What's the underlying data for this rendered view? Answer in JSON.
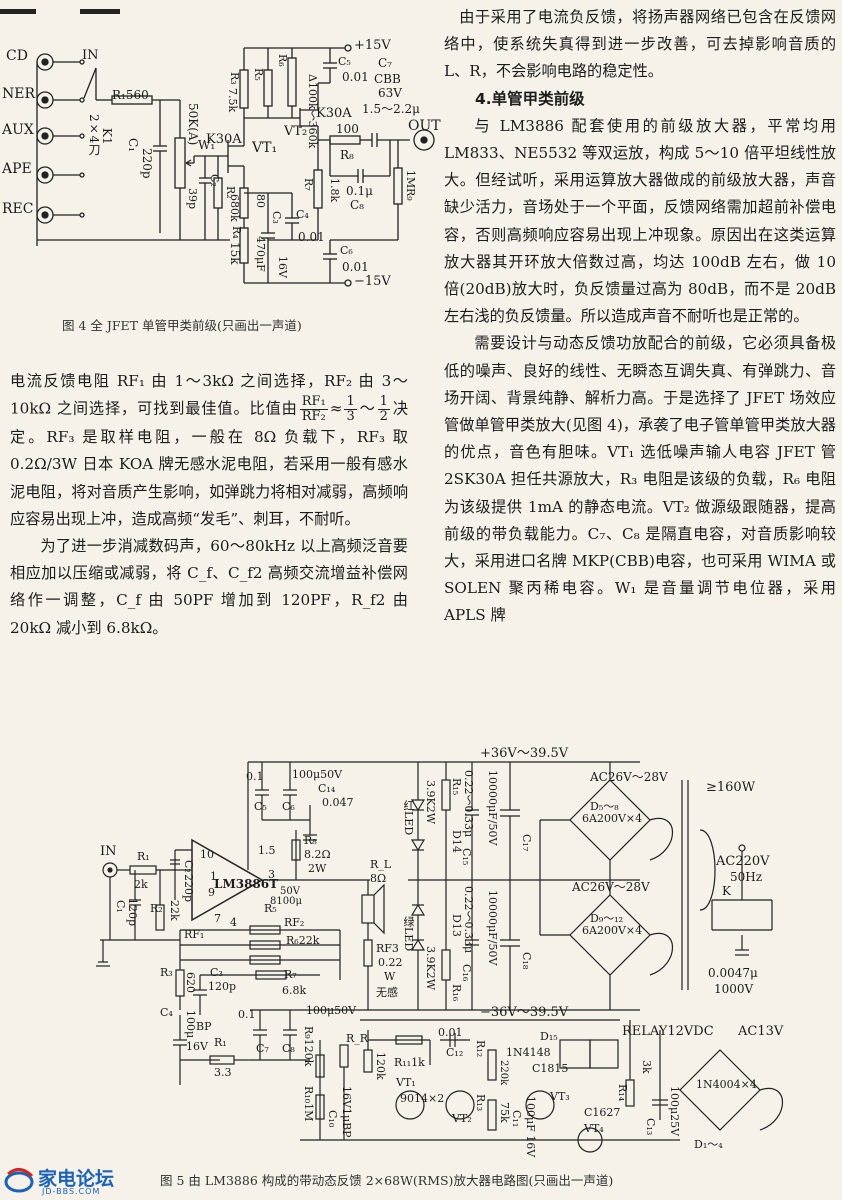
{
  "figure4": {
    "inputs": [
      "CD",
      "NER",
      "AUX",
      "APE",
      "REC"
    ],
    "labels": {
      "in": "IN",
      "switch": "2×4刀",
      "k1": "K1",
      "r1": "R₁560",
      "c1": "C₁",
      "c1v": "220p",
      "w1": "50K(A)",
      "w1name": "W₁",
      "c2": "C₂",
      "c2v": "39p",
      "r2": "R₂",
      "vt1": "VT₁",
      "vt1type": "K30A",
      "r3": "R₃",
      "r3v": "7.5k",
      "r4": "R₄",
      "r4v": "680k",
      "r5": "R₅",
      "r5v": "80",
      "r6": "R₆",
      "r6v": "Δ100k～360k",
      "r15k": "15k",
      "c3v": "470μF",
      "c3": "C₃",
      "c3volt": "16V",
      "c4": "C₄",
      "c4v": "0.01",
      "c5": "C₅",
      "c5v": "0.01",
      "c6": "C₆",
      "c6v": "0.01",
      "c7": "C₇",
      "c7type": "CBB",
      "c7volt": "63V",
      "c7v": "1.5～2.2μ",
      "vt2": "VT₂",
      "vt2type": "K30A",
      "r7": "R₇",
      "r7v": "1.8k",
      "r8": "R₈",
      "r8v": "100",
      "c8": "C₈",
      "c8v": "0.1μ",
      "r9": "R₉",
      "r9v": "1M",
      "out": "OUT",
      "vplus": "+15V",
      "vminus": "−15V"
    },
    "caption": "图 4   全 JFET 单管甲类前级(只画出一声道)"
  },
  "left_column": {
    "p1_a": "电流反馈电阻 RF₁ 由 1～3kΩ 之间选择，RF₂ 由 3～10kΩ 之间选择，可找到最佳值。比值由",
    "frac1_top": "RF₁",
    "frac1_bot": "RF₂",
    "approx": "≈",
    "frac2_top": "1",
    "frac2_bot": "3",
    "tilde": "～",
    "frac3_top": "1",
    "frac3_bot": "2",
    "p1_b": "决定。RF₃ 是取样电阻，一般在 8Ω 负载下，RF₃ 取 0.2Ω/3W 日本 KOA 牌无感水泥电阻，若采用一般有感水泥电阻，将对音质产生影响，如弹跳力将相对减弱，高频响应容易出现上冲，造成高频“发毛”、刺耳，不耐听。",
    "p2": "为了进一步消减数码声，60～80kHz 以上高频泛音要相应加以压缩或减弱，将 C_f、C_f2 高频交流增益补偿网络作一调整，C_f 由 50PF 增加到 120PF，R_f2 由 20kΩ 减小到 6.8kΩ。"
  },
  "right_column": {
    "p0": "由于采用了电流负反馈，将扬声器网络已包含在反馈网络中，使系统失真得到进一步改善，可去掉影响音质的 L、R，不会影响电路的稳定性。",
    "heading": "4.单管甲类前级",
    "p1": "与 LM3886 配套使用的前级放大器，平常均用 LM833、NE5532 等双运放，构成 5～10 倍平坦线性放大。但经试听，采用运算放大器做成的前级放大器，声音缺少活力，音场处于一个平面，反馈网络需加超前补偿电容，否则高频响应容易出现上冲现象。原因出在这类运算放大器其开环放大倍数过高，均达 100dB 左右，做 10 倍(20dB)放大时，负反馈量过高为 80dB，而不是 20dB 左右浅的负反馈量。所以造成声音不耐听也是正常的。",
    "p2": "需要设计与动态反馈功放配合的前级，它必须具备极低的噪声、良好的线性、无瞬态互调失真、有弹跳力、音场开阔、背景纯静、解析力高。于是选择了 JFET 场效应管做单管甲类放大(见图 4)，承袭了电子管单管甲类放大器的优点，音色有胆味。VT₁ 选低噪声输人电容 JFET 管 2SK30A 担任共源放大，R₃ 电阻是该级的负载，R₆ 电阻为该级提供 1mA 的静态电流。VT₂ 做源级跟随器，提高前级的带负载能力。C₇、C₈ 是隔直电容，对音质影响较大，采用进口名牌 MKP(CBB)电容，也可采用 WIMA 或 SOLEN 聚丙稀电容。W₁ 是音量调节电位器，采用 APLS 牌"
  },
  "figure5": {
    "labels": {
      "vtop": "+36V～39.5V",
      "vbot": "−36V～39.5V",
      "in": "IN",
      "r1": "R₁",
      "r1v": "2k",
      "r2": "R₂",
      "r2v": "22k",
      "c1": "C₁",
      "c1v": "120p",
      "c2": "C₂",
      "c2v": "220p",
      "pin10": "10",
      "pin9": "9",
      "pin1": "1",
      "pin5": "1.5",
      "pin3": "3",
      "pin7": "7",
      "pin4": "4",
      "ic": "LM3886T",
      "c5": "C₅",
      "c5v": "0.1",
      "c6": "C₆",
      "c6v": "100μ50V",
      "c14": "C₁₄",
      "c14v": "0.047",
      "r8": "R₈",
      "r8v": "8.2Ω",
      "r8w": "2W",
      "rl": "R_L",
      "rlv": "8Ω",
      "rf2": "RF₂",
      "c8100": "8100μ",
      "c850v": "50V",
      "r5": "R₅",
      "r6": "R₆22k",
      "rf1": "RF₁",
      "rf3": "RF3",
      "rf3v": "0.22",
      "rf3w": "W",
      "rf3type": "无感",
      "r7": "R₇",
      "r7v": "6.8k",
      "r3": "R₃",
      "r3v": "620",
      "c3": "C₃",
      "c3v": "120p",
      "c4": "C₄",
      "c4v": "100μ",
      "bp": "BP",
      "v16": "16V",
      "r1b": "R₁",
      "r1bv": "3.3",
      "c7": "C₇",
      "c7v": "0.1",
      "c8": "C₈",
      "c8v": "100μ50V",
      "led1": "红LED",
      "r15": "R₁₅",
      "r15v": "3.9K2W",
      "d14": "D14",
      "c15": "C₁₅",
      "c15v": "0.22～0.33μ",
      "c17": "C₁₇",
      "c17v": "10000μF/50V",
      "led2": "绿LED",
      "r16": "R₁₆",
      "r16v": "3.9K2W",
      "d13": "D13",
      "c16": "C₁₆",
      "c16v": "0.22～0.33μ",
      "c18": "C₁₈",
      "c18v": "10000μF/50V",
      "ac1": "AC26V～28V",
      "d58": "D₅～₈",
      "d58v": "6A200V×4",
      "ac2": "AC26V～28V",
      "d912": "D₉～₁₂",
      "d912v": "6A200V×4",
      "power": "≥160W",
      "ac220": "AC220V",
      "hz": "50Hz",
      "k": "K",
      "ck": "0.0047μ",
      "ckv": "1000V",
      "relay": "RELAY12VDC",
      "ac13": "AC13V",
      "r9": "R₉120k",
      "r10": "R₁₀1M",
      "rr": "R_R",
      "rrv": "120k",
      "r11": "R₁₁1k",
      "c12": "C₁₂",
      "c12v": "0.01",
      "r12": "R₁₂",
      "r12v": "220k",
      "d15": "D₁₅",
      "d15v": "1N4148",
      "c1815": "C1815",
      "vt3": "VT₃",
      "c1627": "C1627",
      "vt4": "VT₄",
      "r13": "R₁₃",
      "r13v": "75k",
      "c11": "C₁₁",
      "c11v": "100μF 16V",
      "c10": "C₁₀",
      "c10v": "16V1μBP",
      "vt1": "VT₁",
      "vt2": "VT₂",
      "vt12": "9014×2",
      "r14": "R₁₄",
      "r14v": "3k",
      "c13": "C₁₃",
      "c13v": "100μ25V",
      "d14b": "1N4004×4",
      "d14c": "D₁～₄"
    },
    "caption": "图 5   由 LM3886 构成的带动态反馈 2×68W(RMS)放大器电路图(只画出一声道)"
  },
  "logo": {
    "name": "家电论坛",
    "url_text": "JD-BBS.COM"
  },
  "colors": {
    "paper": "#f6f1e9",
    "ink": "#1c1c1c",
    "logo_blue": "#1a63b8",
    "logo_red": "#d4281e"
  }
}
